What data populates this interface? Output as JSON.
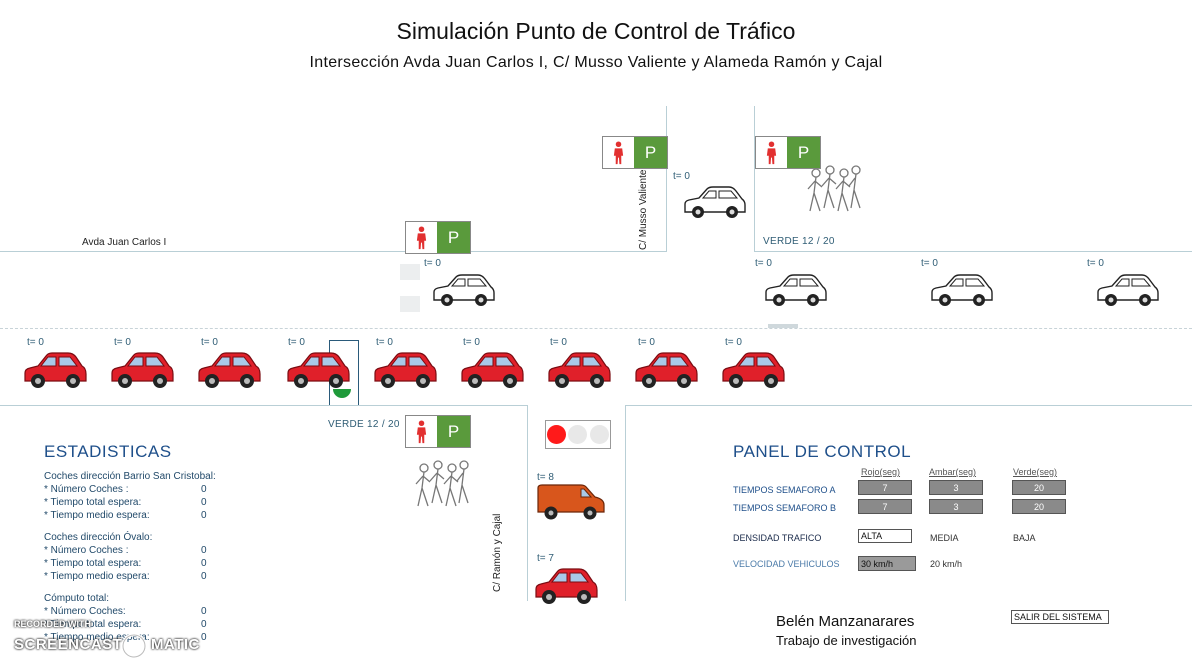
{
  "header": {
    "title": "Simulación Punto de Control de Tráfico",
    "subtitle": "Intersección Avda Juan Carlos I, C/ Musso Valiente y Alameda Ramón y Cajal"
  },
  "streets": {
    "avda": "Avda Juan Carlos I",
    "musso": "C/ Musso Valiente",
    "ramon": "C/ Ramón y Cajal"
  },
  "signals": {
    "p_label": "P",
    "verde_top": "VERDE 12 / 20",
    "verde_bottom": "VERDE 12 / 20"
  },
  "timers": {
    "musso_car": "t= 0",
    "upper_lane": [
      "t= 0",
      "t= 0",
      "t= 0",
      "t= 0"
    ],
    "lower_lane": [
      "t= 0",
      "t= 0",
      "t= 0",
      "t= 0",
      "t= 0",
      "t= 0",
      "t= 0",
      "t= 0",
      "t= 0"
    ],
    "van": "t= 8",
    "ramon_car": "t= 7"
  },
  "stats": {
    "title": "ESTADISTICAS",
    "groups": [
      {
        "heading": "Coches dirección Barrio San Cristobal:",
        "rows": [
          {
            "label": "* Número Coches :",
            "value": "0"
          },
          {
            "label": "* Tiempo total espera:",
            "value": "0"
          },
          {
            "label": "* Tiempo medio espera:",
            "value": "0"
          }
        ]
      },
      {
        "heading": "Coches dirección Óvalo:",
        "rows": [
          {
            "label": "* Número Coches :",
            "value": "0"
          },
          {
            "label": "* Tiempo total espera:",
            "value": "0"
          },
          {
            "label": "* Tiempo medio espera:",
            "value": "0"
          }
        ]
      },
      {
        "heading": "Cómputo total:",
        "rows": [
          {
            "label": "* Número Coches:",
            "value": "0"
          },
          {
            "label": "* Tiempo total espera:",
            "value": "0"
          },
          {
            "label": "* Tiempo medio espera:",
            "value": "0"
          }
        ]
      }
    ]
  },
  "panel": {
    "title": "PANEL DE CONTROL",
    "columns": [
      "Rojo(seg)",
      "Ambar(seg)",
      "Verde(seg)"
    ],
    "semaforo_a": {
      "label": "TIEMPOS SEMAFORO A",
      "rojo": "7",
      "ambar": "3",
      "verde": "20"
    },
    "semaforo_b": {
      "label": "TIEMPOS SEMAFORO B",
      "rojo": "7",
      "ambar": "3",
      "verde": "20"
    },
    "densidad": {
      "label": "DENSIDAD TRAFICO",
      "alta": "ALTA",
      "media": "MEDIA",
      "baja": "BAJA"
    },
    "velocidad": {
      "label": "VELOCIDAD VEHICULOS",
      "v30": "30 km/h",
      "v20": "20 km/h"
    },
    "exit_button": "SALIR DEL SISTEMA"
  },
  "footer": {
    "author": "Belén Manzanarares",
    "work": "Trabajo de investigación"
  },
  "watermark": {
    "line1": "RECORDED WITH",
    "line2": "SCREENCAST",
    "line3": "MATIC"
  },
  "colors": {
    "red_car": "#e0202a",
    "van": "#d8561c",
    "signal_green": "#5a9a3c",
    "label_blue": "#1e4f8a",
    "light_red": "#ff1a1a"
  }
}
